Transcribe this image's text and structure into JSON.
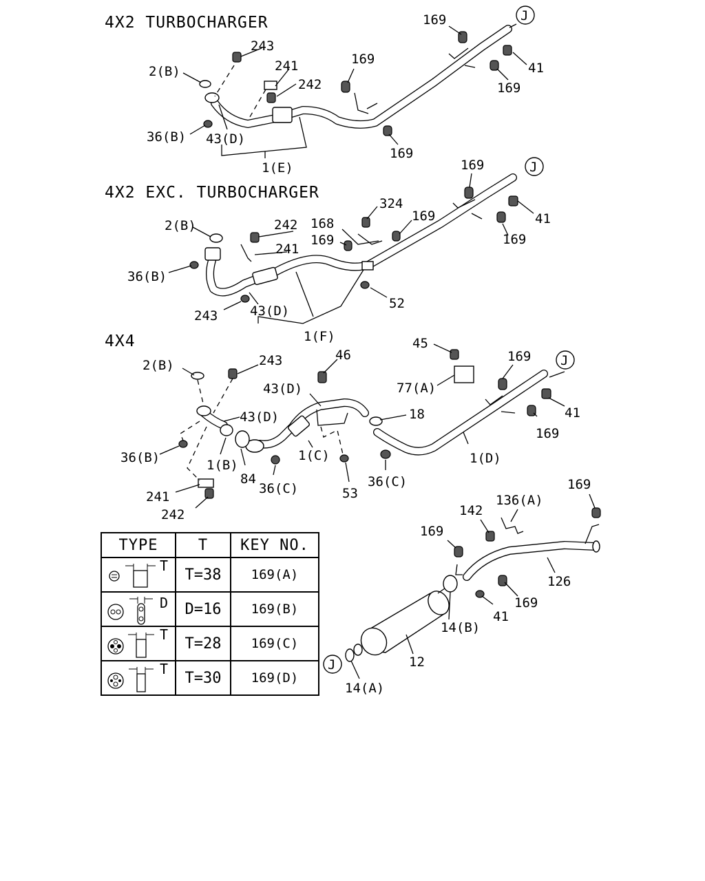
{
  "sections": {
    "turbo": "4X2 TURBOCHARGER",
    "exc_turbo": "4X2 EXC. TURBOCHARGER",
    "fourbyfour": "4X4"
  },
  "connector": "J",
  "labels": {
    "s1": [
      "169",
      "41",
      "169",
      "243",
      "169",
      "2(B)",
      "241",
      "242",
      "36(B)",
      "43(D)",
      "169",
      "1(E)"
    ],
    "s2": [
      "169",
      "41",
      "169",
      "324",
      "2(B)",
      "242",
      "168",
      "169",
      "169",
      "241",
      "36(B)",
      "243",
      "43(D)",
      "52",
      "1(F)"
    ],
    "s3": [
      "45",
      "169",
      "2(B)",
      "243",
      "46",
      "41",
      "77(A)",
      "43(D)",
      "43(D)",
      "18",
      "169",
      "36(B)",
      "1(B)",
      "1(C)",
      "1(D)",
      "84",
      "36(C)",
      "36(C)",
      "241",
      "53",
      "242"
    ],
    "s4": [
      "169",
      "136(A)",
      "142",
      "169",
      "126",
      "169",
      "14(B)",
      "41",
      "12",
      "14(A)"
    ]
  },
  "table": {
    "headers": [
      "TYPE",
      "T",
      "KEY NO."
    ],
    "rows": [
      {
        "dim": "T",
        "value": "T=38",
        "key": "169(A)"
      },
      {
        "dim": "D",
        "value": "D=16",
        "key": "169(B)"
      },
      {
        "dim": "T",
        "value": "T=28",
        "key": "169(C)"
      },
      {
        "dim": "T",
        "value": "T=30",
        "key": "169(D)"
      }
    ]
  }
}
